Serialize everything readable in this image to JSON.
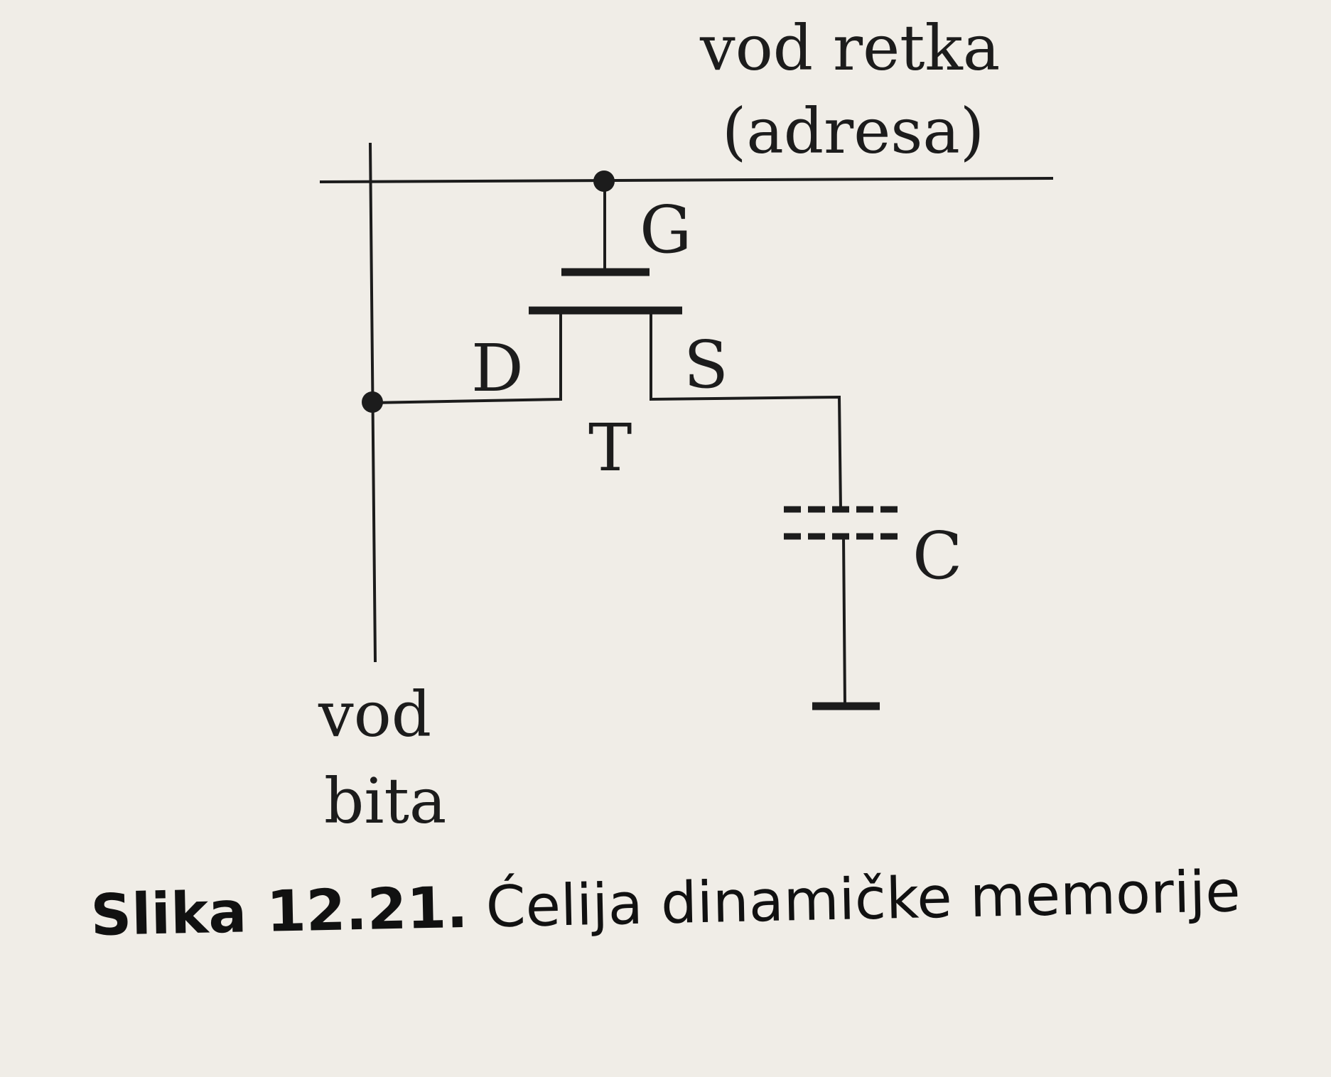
{
  "diagram": {
    "labels": {
      "row_line_1": "vod retka",
      "row_line_2": "(adresa)",
      "gate": "G",
      "drain": "D",
      "source": "S",
      "transistor": "T",
      "capacitor": "C",
      "bit_line_1": "vod",
      "bit_line_2": "bita"
    }
  },
  "caption": {
    "number": "Slika 12.21.",
    "text": "Ćelija dinamičke memorije"
  }
}
